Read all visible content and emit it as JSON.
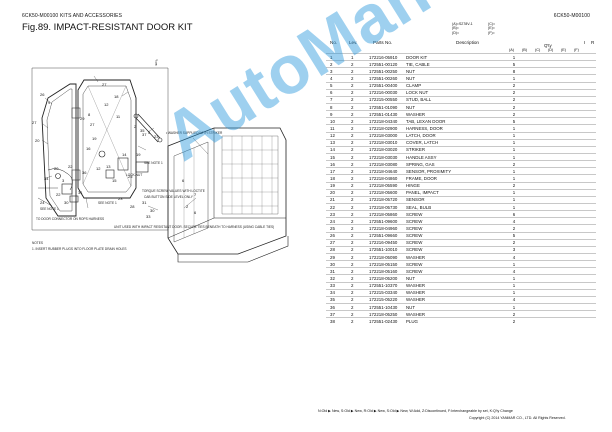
{
  "header": {
    "code": "6CK50-M00100",
    "section": "KITS AND ACCESSORIES",
    "code_right": "6CK50-M00100",
    "figure_title": "Fig.89.  IMPACT-RESISTANT DOOR KIT"
  },
  "legend_top": {
    "a": "(A)=S278V-1",
    "b": "(B)=",
    "c": "(C)=",
    "d": "(D)=",
    "e": "(E)=",
    "f": "(F)="
  },
  "table": {
    "headers": {
      "no": "No.",
      "lev": "Lev.",
      "part": "Parts No.",
      "desc": "Description",
      "qty": "Q'ty",
      "i": "I",
      "r": "R"
    },
    "qty_cols": [
      "(A)",
      "(B)",
      "(C)",
      "(D)",
      "(E)",
      "(F)"
    ],
    "rows": [
      {
        "no": "1",
        "lev": "1",
        "part": "172216-05910",
        "desc": "DOOR KIT",
        "q": "1"
      },
      {
        "no": "2",
        "lev": "2",
        "part": "172551-00120",
        "desc": "TIE, CABLE",
        "q": "5"
      },
      {
        "no": "3",
        "lev": "2",
        "part": "172551-00250",
        "desc": "NUT",
        "q": "8"
      },
      {
        "no": "4",
        "lev": "2",
        "part": "172551-00260",
        "desc": "NUT",
        "q": "1"
      },
      {
        "no": "5",
        "lev": "2",
        "part": "172551-00400",
        "desc": "CLAMP",
        "q": "2"
      },
      {
        "no": "6",
        "lev": "2",
        "part": "172216-00030",
        "desc": "LOCK NUT",
        "q": "2"
      },
      {
        "no": "7",
        "lev": "2",
        "part": "172215-00550",
        "desc": "STUD, BALL",
        "q": "2"
      },
      {
        "no": "8",
        "lev": "2",
        "part": "172551-01090",
        "desc": "NUT",
        "q": "2"
      },
      {
        "no": "9",
        "lev": "2",
        "part": "172551-01430",
        "desc": "WASHER",
        "q": "2"
      },
      {
        "no": "10",
        "lev": "2",
        "part": "172218-04340",
        "desc": "TAB, LEXAN DOOR",
        "q": "5"
      },
      {
        "no": "11",
        "lev": "2",
        "part": "172218-02900",
        "desc": "HARNESS, DOOR",
        "q": "1"
      },
      {
        "no": "12",
        "lev": "2",
        "part": "172218-03000",
        "desc": "LATCH, DOOR",
        "q": "1"
      },
      {
        "no": "13",
        "lev": "2",
        "part": "172218-03010",
        "desc": "COVER, LATCH",
        "q": "1"
      },
      {
        "no": "14",
        "lev": "2",
        "part": "172218-03020",
        "desc": "STRIKER",
        "q": "1"
      },
      {
        "no": "15",
        "lev": "2",
        "part": "172218-03030",
        "desc": "HANDLE ASSY",
        "q": "1"
      },
      {
        "no": "16",
        "lev": "2",
        "part": "172218-03080",
        "desc": "SPRING, GAS",
        "q": "2"
      },
      {
        "no": "17",
        "lev": "2",
        "part": "172218-04640",
        "desc": "SENSOR, PROXIMITY",
        "q": "1"
      },
      {
        "no": "18",
        "lev": "2",
        "part": "172218-04860",
        "desc": "FRAME, DOOR",
        "q": "1"
      },
      {
        "no": "19",
        "lev": "2",
        "part": "172218-05590",
        "desc": "HINGE",
        "q": "2"
      },
      {
        "no": "20",
        "lev": "2",
        "part": "172218-05600",
        "desc": "PANEL, IMPACT",
        "q": "1"
      },
      {
        "no": "21",
        "lev": "2",
        "part": "172218-05720",
        "desc": "SENSOR",
        "q": "1"
      },
      {
        "no": "22",
        "lev": "2",
        "part": "172218-05730",
        "desc": "SEAL, BULB",
        "q": "1"
      },
      {
        "no": "23",
        "lev": "2",
        "part": "172218-05860",
        "desc": "SCREW",
        "q": "6"
      },
      {
        "no": "24",
        "lev": "2",
        "part": "172551-09600",
        "desc": "SCREW",
        "q": "4"
      },
      {
        "no": "25",
        "lev": "2",
        "part": "172218-04960",
        "desc": "SCREW",
        "q": "2"
      },
      {
        "no": "26",
        "lev": "2",
        "part": "172551-09660",
        "desc": "SCREW",
        "q": "5"
      },
      {
        "no": "27",
        "lev": "2",
        "part": "172216-09450",
        "desc": "SCREW",
        "q": "2"
      },
      {
        "no": "28",
        "lev": "2",
        "part": "172551-10010",
        "desc": "SCREW",
        "q": "3"
      },
      {
        "no": "29",
        "lev": "2",
        "part": "172218-05090",
        "desc": "WASHER",
        "q": "4"
      },
      {
        "no": "30",
        "lev": "2",
        "part": "172218-05150",
        "desc": "SCREW",
        "q": "1"
      },
      {
        "no": "31",
        "lev": "2",
        "part": "172218-05160",
        "desc": "SCREW",
        "q": "4"
      },
      {
        "no": "32",
        "lev": "2",
        "part": "172218-05200",
        "desc": "NUT",
        "q": "1"
      },
      {
        "no": "33",
        "lev": "2",
        "part": "172551-10370",
        "desc": "WASHER",
        "q": "1"
      },
      {
        "no": "34",
        "lev": "2",
        "part": "172215-03340",
        "desc": "WASHER",
        "q": "1"
      },
      {
        "no": "35",
        "lev": "2",
        "part": "172215-05220",
        "desc": "WASHER",
        "q": "4"
      },
      {
        "no": "36",
        "lev": "2",
        "part": "172551-10430",
        "desc": "NUT",
        "q": "1"
      },
      {
        "no": "37",
        "lev": "2",
        "part": "172218-05250",
        "desc": "WASHER",
        "q": "2"
      },
      {
        "no": "38",
        "lev": "2",
        "part": "172551-02430",
        "desc": "PLUG",
        "q": "2"
      }
    ]
  },
  "diagram": {
    "callouts": [
      "1",
      "26",
      "9",
      "27",
      "20",
      "27",
      "29",
      "8",
      "11",
      "12",
      "19",
      "16",
      "18",
      "35",
      "2",
      "5",
      "37",
      "23",
      "19",
      "14",
      "25",
      "13",
      "15",
      "12",
      "36",
      "24",
      "22",
      "34",
      "30",
      "31",
      "31",
      "30",
      "33",
      "23",
      "28",
      "3",
      "20",
      "22",
      "27",
      "7",
      "2",
      "6",
      "6"
    ],
    "notes": {
      "washer": "• WASHER SUPPLIED WITH STRIKER",
      "see_note": "SEE NOTE 1",
      "see_note2": "SEE NOTE 1",
      "see_arrow": "SEE NOTE 1",
      "connector": "TO DOOR CONNECTOR ON ROPS HARNESS",
      "lock": "LOCK-NUT",
      "torque": "TORQUE SCREW VALUES WITH LOCTITE",
      "cab_note": "CAB BUTTON SIDE LEVEL ONLY",
      "mirror_note": "UNIT USED WITH IMPACT RESISTANT DOOR. SECURE TIES BENEATH TO HARNESS (USING CABLE TIES)",
      "notes_title": "NOTES",
      "note1": "1. INSERT RUBBER PLUGS INTO FLOOR PLATE DRAIN HOLES"
    }
  },
  "footer": {
    "legend": "N:Old ▶ New, S:Old ▶ New, R:Old ▶ New, S:Old ▶ New, W:Add, Z:Discontinued, F:Interchangeable by set, K:Q'ty Change",
    "copyright": "Copyright (C) 2014 YANMAR CO., LTD. All Rights Reserved."
  },
  "watermark": "AutoManual"
}
